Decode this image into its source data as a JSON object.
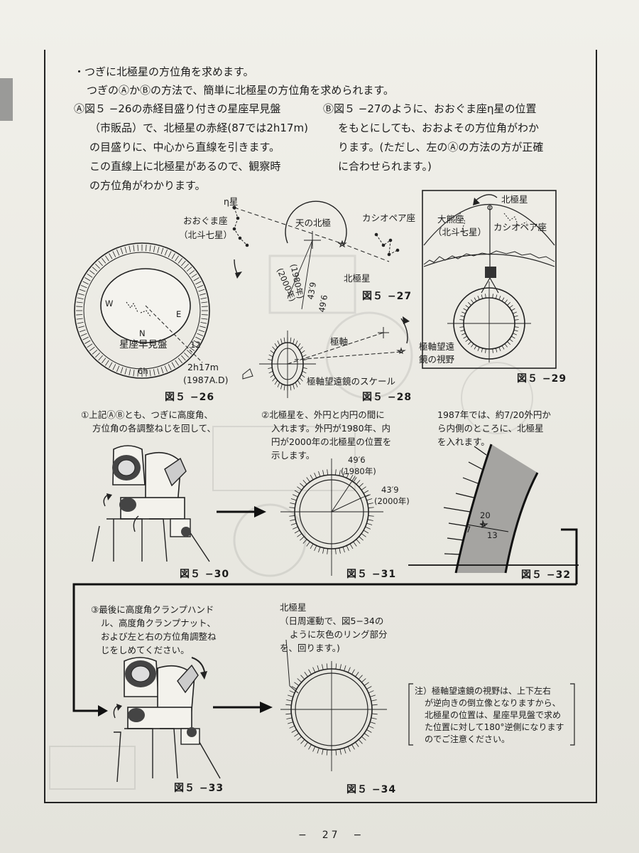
{
  "intro": {
    "bullet_line": "・つぎに北極星の方位角を求めます。",
    "line2": "つぎのⒶかⒷの方法で、簡単に北極星の方位角を求められます。"
  },
  "method_a": {
    "lines": [
      "Ⓐ図５ −26の赤経目盛り付きの星座早見盤",
      "（市販品）で、北極星の赤経(87では2h17m)",
      "の目盛りに、中心から直線を引きます。",
      "この直線上に北極星があるので、観察時",
      "の方位角がわかります。"
    ]
  },
  "method_b": {
    "lines": [
      "Ⓑ図５ −27のように、おおぐま座η星の位置",
      "をもとにしても、おおよその方位角がわか",
      "ります。(ただし、左のⒶの方法の方が正確",
      "に合わせられます。)"
    ]
  },
  "fig26": {
    "caption": "図５ −26",
    "label": "星座早見盤",
    "ra_label": "2h17m",
    "year_label": "(1987A.D)",
    "dir_n": "N",
    "dir_e": "E",
    "dir_w": "W",
    "hour_6h": "6h",
    "hour_12": "12"
  },
  "fig27": {
    "caption": "図５ −27",
    "eta_star": "η星",
    "ursa_major": "おおぐま座",
    "big_dipper": "（北斗七星）",
    "celestial_pole": "天の北極",
    "cassiopeia": "カシオペア座",
    "polaris": "北極星",
    "year_2000": "(2000年)",
    "year_1980": "(1980年)",
    "angle_43": "43′9",
    "angle_49": "49′6"
  },
  "fig28": {
    "caption": "図５ −28",
    "polar_axis": "極軸",
    "scale_label": "極軸望遠鏡のスケール"
  },
  "fig29": {
    "caption": "図５ −29",
    "polaris": "北極星",
    "ursa_major": "大熊座",
    "big_dipper": "（北斗七星）",
    "cassiopeia": "カシオペア座",
    "view_line1": "極軸望遠",
    "view_line2": "鏡の視野"
  },
  "step1": {
    "lines": [
      "①上記ⒶⒷとも、つぎに高度角、",
      "方位角の各調整ねじを回して、"
    ]
  },
  "step2": {
    "lines": [
      "②北極星を、外円と内円の間に",
      "入れます。外円が1980年、内",
      "円が2000年の北極星の位置を",
      "示します。"
    ]
  },
  "step3_note": {
    "lines": [
      "1987年では、約7/20外円か",
      "ら内側のところに、北極星",
      "を入れます。"
    ]
  },
  "fig30": {
    "caption": "図５ −30"
  },
  "fig31": {
    "caption": "図５ −31",
    "angle_49": "49′6",
    "year_1980": "(1980年)",
    "angle_43": "43′9",
    "year_2000": "(2000年)"
  },
  "fig32": {
    "caption": "図５ −32",
    "num_20": "20",
    "num_7": "7",
    "num_13": "13"
  },
  "step3": {
    "lines": [
      "③最後に高度角クランプハンド",
      "ル、高度角クランプナット、",
      "および左と右の方位角調整ね",
      "じをしめてください。"
    ]
  },
  "fig33": {
    "caption": "図５ −33"
  },
  "fig34": {
    "caption": "図５ −34",
    "polaris": "北極星",
    "lines": [
      "（日周運動で、図5−34の",
      "ように灰色のリング部分",
      "を、回ります。)"
    ]
  },
  "note": {
    "lines": [
      "注）極軸望遠鏡の視野は、上下左右",
      "が逆向きの倒立像となりますから、",
      "北極星の位置は、星座早見盤で求め",
      "た位置に対して180°逆側になります",
      "のでご注意ください。"
    ]
  },
  "footer": {
    "page_number": "−　27　−"
  }
}
